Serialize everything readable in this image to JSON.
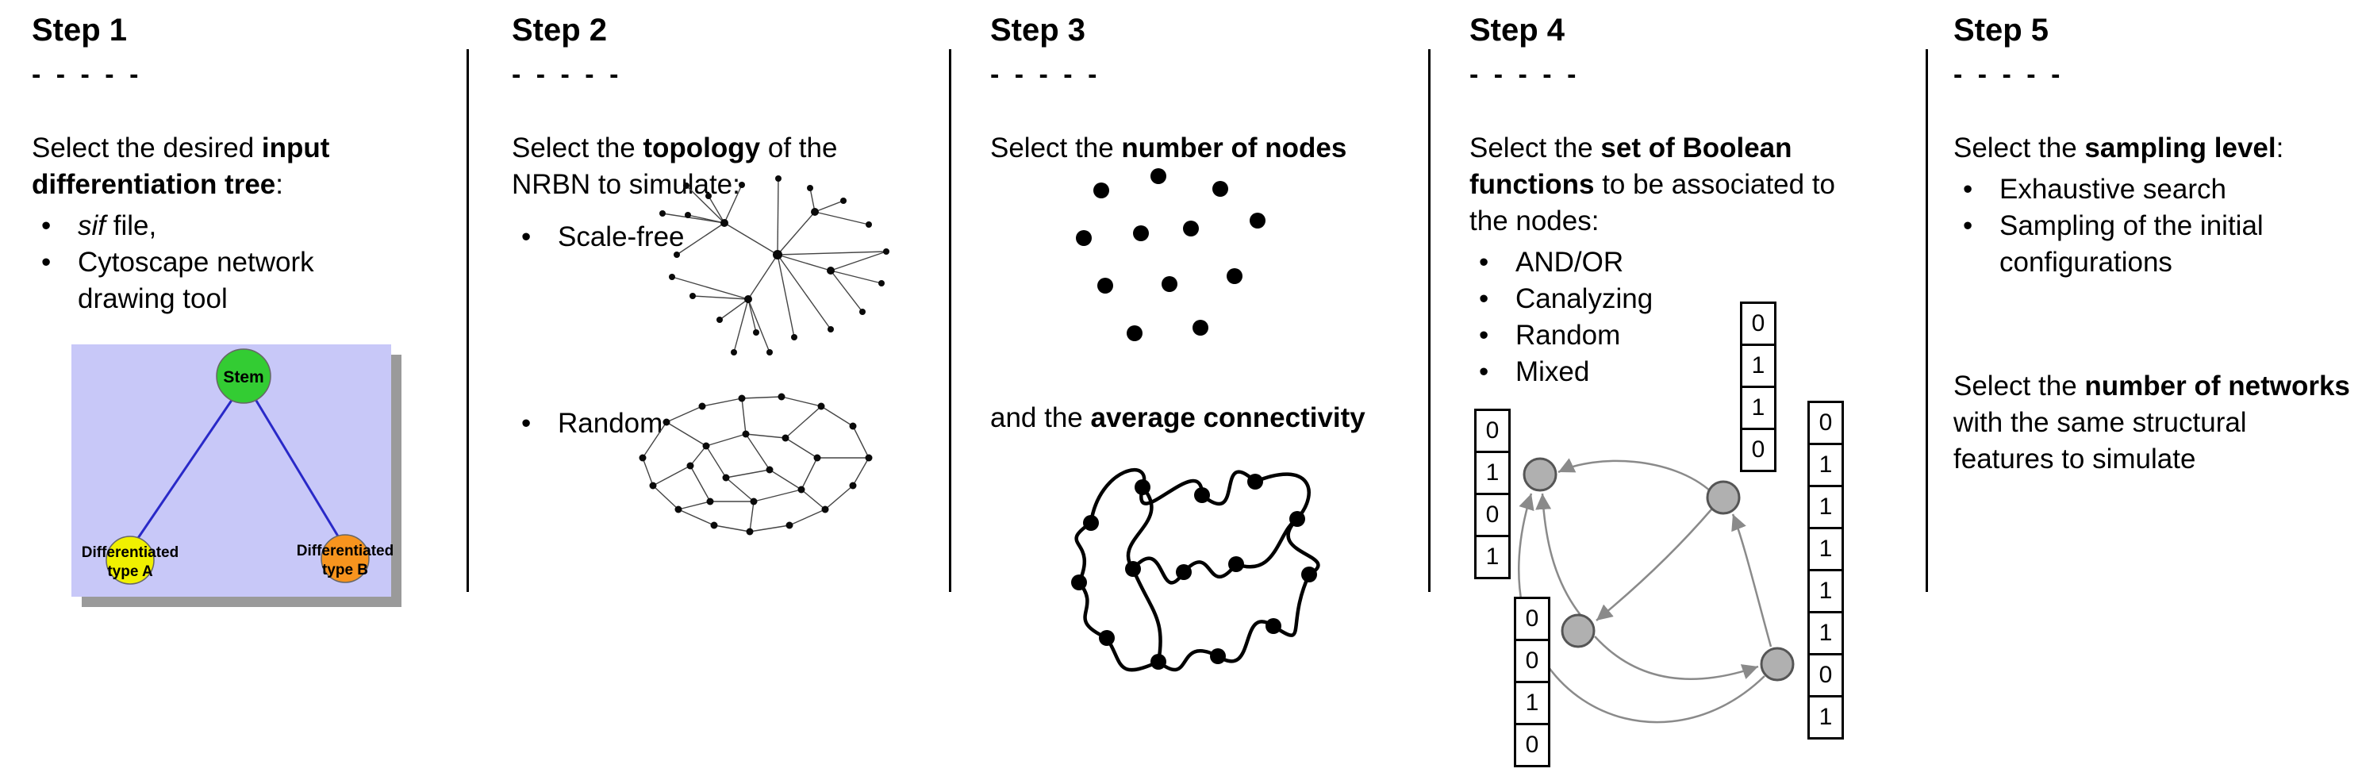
{
  "bullet": "•",
  "figure": {
    "step1": {
      "title": "Step 1",
      "dashes": "- - - - -",
      "text_pre": "Select the desired ",
      "text_bold": "input differentiation tree",
      "text_post": ":",
      "bullet1_italic": "sif",
      "bullet1_rest": " file,",
      "bullet2": "Cytoscape network drawing tool",
      "tree": {
        "root_label": "Stem",
        "left_label_line1": "Differentiated",
        "left_label_line2": "type A",
        "right_label_line1": "Differentiated",
        "right_label_line2": "type B",
        "colors": {
          "background": "#c8c8f8",
          "shadow": "#9a9a9a",
          "root": "#33cc33",
          "left": "#f0f000",
          "right": "#f7941e",
          "edge": "#2929c8"
        }
      }
    },
    "step2": {
      "title": "Step 2",
      "dashes": "- - - - -",
      "text_pre": "Select the ",
      "text_bold": "topology",
      "text_post": " of the NRBN to simulate:",
      "bullet1": "Scale-free",
      "bullet2": "Random"
    },
    "step3": {
      "title": "Step 3",
      "dashes": "- - - - -",
      "text1_pre": "Select the ",
      "text1_bold": "number of nodes",
      "text2_pre": "and the ",
      "text2_bold": "average connectivity"
    },
    "step4": {
      "title": "Step 4",
      "dashes": "- - - - -",
      "text_pre": "Select the ",
      "text_bold": "set of Boolean functions",
      "text_post": " to be associated to the nodes:",
      "bullets": [
        "AND/OR",
        "Canalyzing",
        "Random",
        "Mixed"
      ],
      "tables": {
        "left": [
          "0",
          "1",
          "0",
          "1"
        ],
        "top": [
          "0",
          "1",
          "1",
          "0"
        ],
        "right": [
          "0",
          "1",
          "1",
          "1",
          "1",
          "1",
          "0",
          "1"
        ],
        "bottom": [
          "0",
          "0",
          "1",
          "0"
        ]
      },
      "colors": {
        "node": "#b0b0b0",
        "edge": "#8a8a8a"
      }
    },
    "step5": {
      "title": "Step 5",
      "dashes": "- - - - -",
      "text1_pre": "Select the ",
      "text1_bold": "sampling level",
      "text1_post": ":",
      "bullets": [
        "Exhaustive search",
        "Sampling of the initial configurations"
      ],
      "text2_pre": "Select the ",
      "text2_bold": "number of networks",
      "text2_post": " with the same structural features to simulate"
    }
  }
}
